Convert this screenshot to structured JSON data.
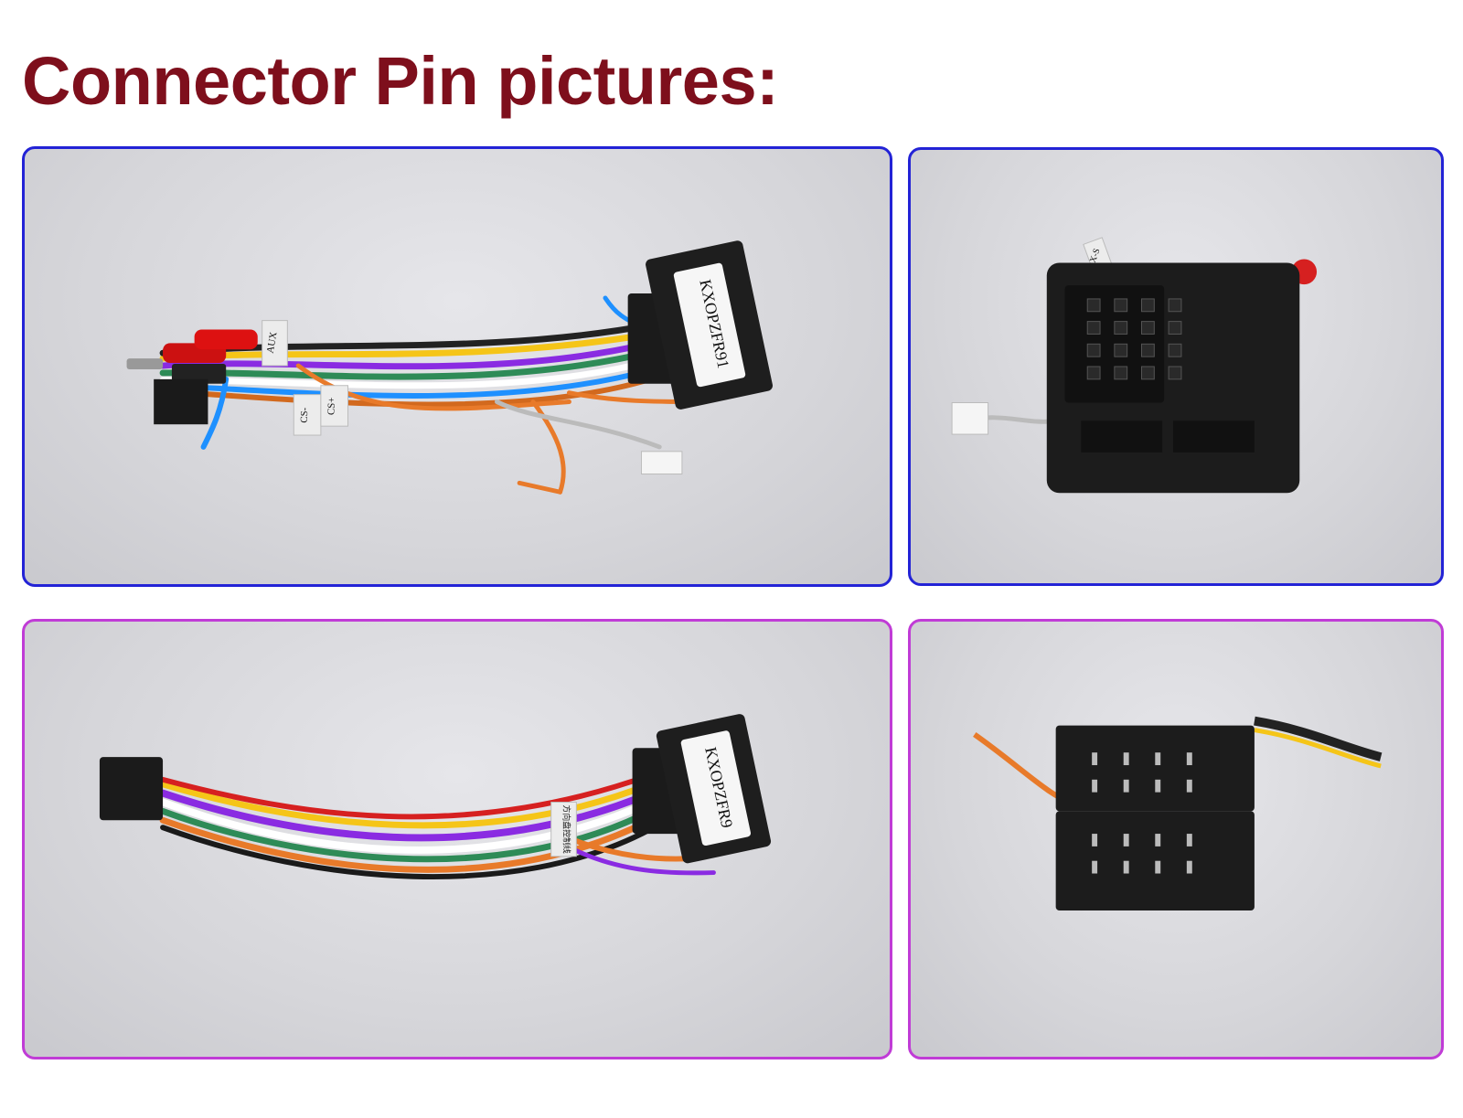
{
  "title": "Connector Pin pictures:",
  "colors": {
    "title": "#7e0f1c",
    "border_top": "#2323d6",
    "border_bottom": "#c03cd6"
  },
  "photos": [
    {
      "label_main": "KXOPZFR91",
      "tag_aux": "AUX",
      "tag_cs_minus": "CS-",
      "tag_cs_plus": "CS+"
    },
    {
      "tag_top": "X-S"
    },
    {
      "label_main": "KXOPZFR9",
      "tag_cn": "方向盘控制线"
    },
    {}
  ]
}
